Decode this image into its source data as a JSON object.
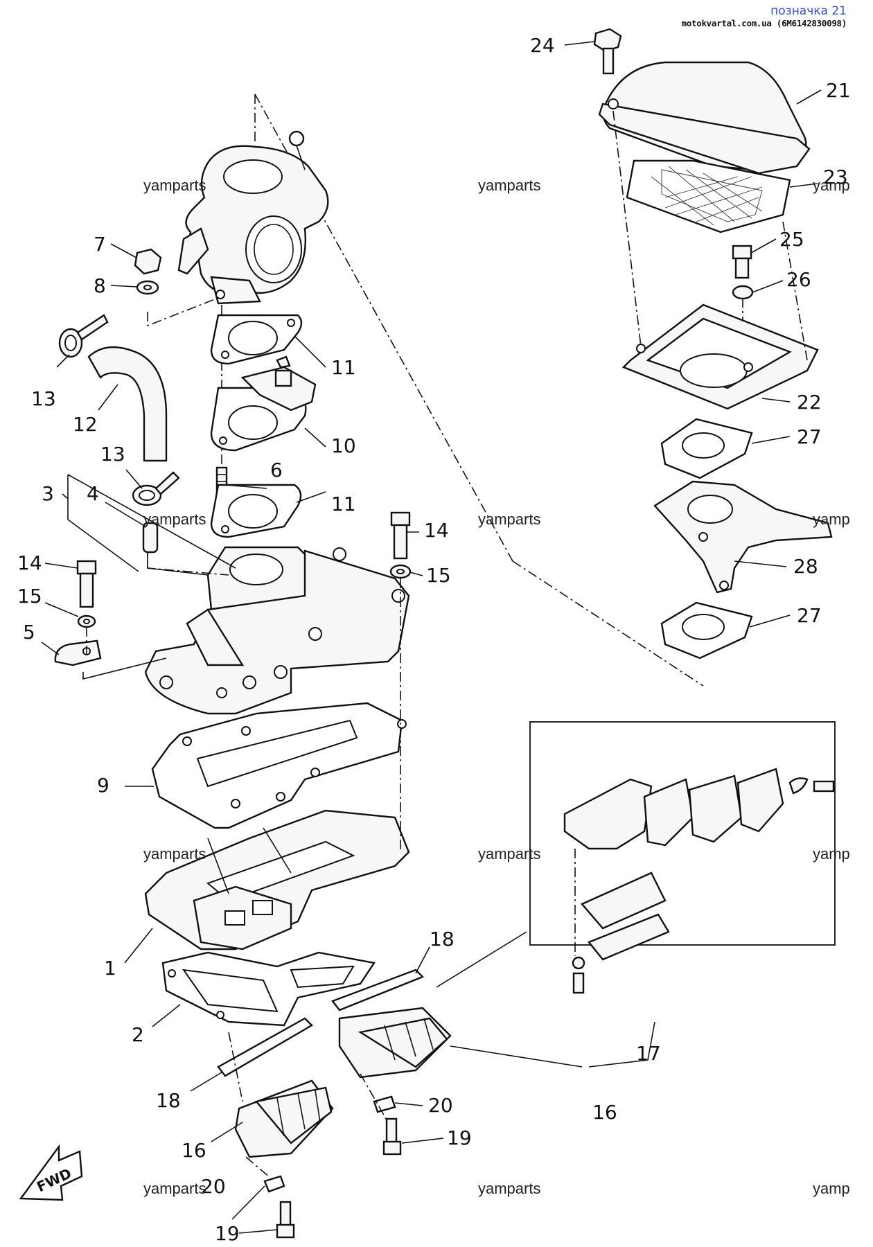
{
  "header": {
    "title": "позначка 21",
    "source": "motokvartal.com.ua (6M6142830098)"
  },
  "watermark": "yamparts",
  "watermark_cut": "yamp",
  "fwd_label": "FWD",
  "callouts": {
    "c1": "1",
    "c2": "2",
    "c3": "3",
    "c4": "4",
    "c5": "5",
    "c6": "6",
    "c7": "7",
    "c8": "8",
    "c9": "9",
    "c10": "10",
    "c11": "11",
    "c12": "12",
    "c13": "13",
    "c14": "14",
    "c15": "15",
    "c16": "16",
    "c17": "17",
    "c18": "18",
    "c19": "19",
    "c20": "20",
    "c21": "21",
    "c22": "22",
    "c23": "23",
    "c24": "24",
    "c25": "25",
    "c26": "26",
    "c27": "27",
    "c28": "28"
  }
}
